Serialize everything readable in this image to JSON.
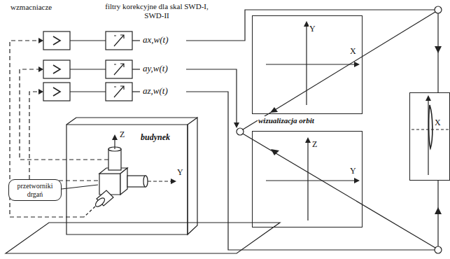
{
  "diagram": {
    "nodes": [
      {
        "text": [
          "Y",
          "X"
        ]
      },
      {
        "text": [
          "Z",
          "Y"
        ]
      },
      {
        "text": [
          "X"
        ]
      },
      {
        "text": [
          "przetworniki drgań"
        ]
      }
    ],
    "labels": [
      "wzmacniacze",
      "filtry korekcyjne dla skal SWD-I, SWD-II",
      "ax,w(t)",
      "ay,w(t)",
      "az,w(t)",
      "budynek",
      "Z",
      "Y",
      "wizualizacja orbit"
    ]
  }
}
